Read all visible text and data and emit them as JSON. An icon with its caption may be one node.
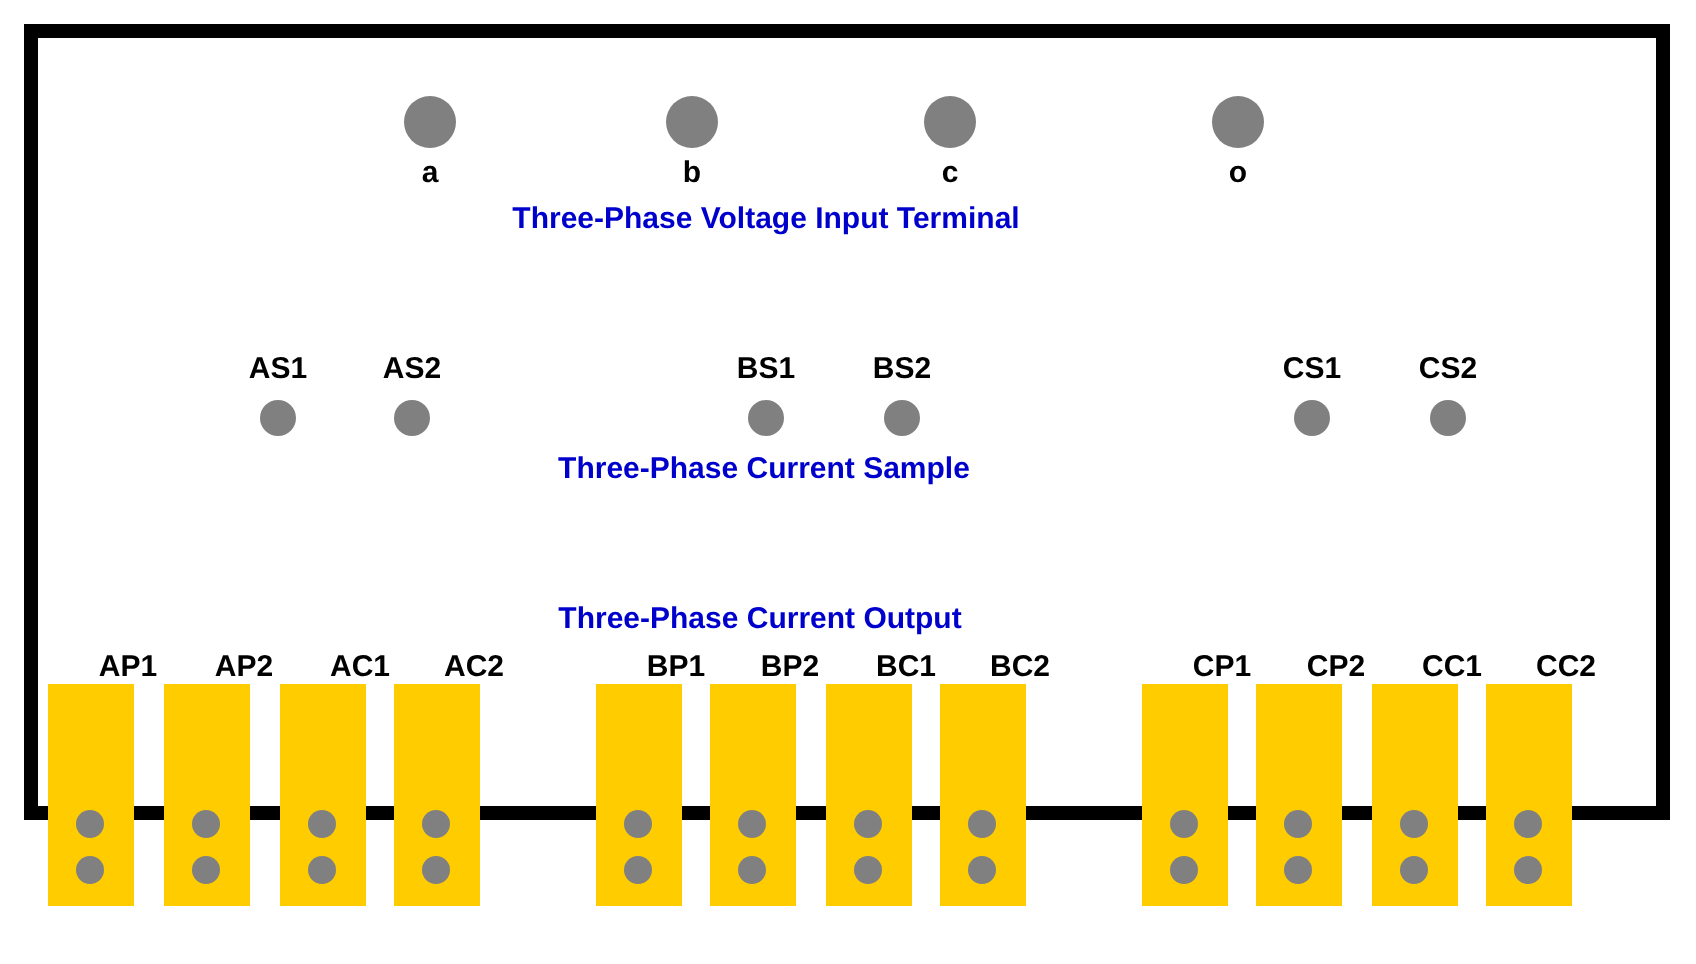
{
  "diagram": {
    "nodes": [
      {
        "text": [],
        "shape": "box"
      },
      {
        "text": [
          "a"
        ],
        "in": 0
      },
      {
        "text": [
          "b"
        ],
        "in": 0
      },
      {
        "text": [
          "c"
        ],
        "in": 0
      },
      {
        "text": [
          "o"
        ],
        "in": 0
      },
      {
        "text": [
          "AS1"
        ],
        "in": 0
      },
      {
        "text": [
          "AS2"
        ],
        "in": 0
      },
      {
        "text": [
          "BS1"
        ],
        "in": 0
      },
      {
        "text": [
          "BS2"
        ],
        "in": 0
      },
      {
        "text": [
          "CS1"
        ],
        "in": 0
      },
      {
        "text": [
          "CS2"
        ],
        "in": 0
      },
      {
        "text": [],
        "shape": "box"
      },
      {
        "text": [],
        "shape": "box"
      },
      {
        "text": [],
        "shape": "box"
      },
      {
        "text": [],
        "shape": "box"
      },
      {
        "text": [],
        "shape": "box"
      },
      {
        "text": [],
        "shape": "box"
      },
      {
        "text": [],
        "shape": "box"
      },
      {
        "text": [],
        "shape": "box"
      },
      {
        "text": [],
        "shape": "box"
      },
      {
        "text": [],
        "shape": "box"
      },
      {
        "text": [],
        "shape": "box"
      },
      {
        "text": [],
        "shape": "box"
      }
    ],
    "labels": [
      "Three-Phase Voltage Input Terminal",
      "Three-Phase Current Sample",
      "Three-Phase Current Output",
      "AP1",
      "AP2",
      "AC1",
      "AC2",
      "BP1",
      "BP2",
      "BC1",
      "BC2",
      "CP1",
      "CP2",
      "CC1",
      "CC2"
    ]
  }
}
